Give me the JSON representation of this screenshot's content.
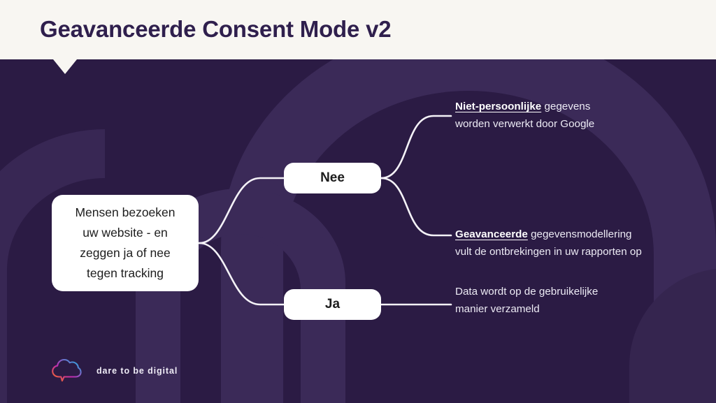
{
  "header": {
    "title": "Geavanceerde Consent Mode v2",
    "background_color": "#f8f6f2",
    "title_color": "#2f1f4d"
  },
  "theme": {
    "slide_background": "#2b1b44",
    "decor_arch_color": "#3b2a58",
    "connector_color": "#f4f2f7",
    "node_background": "#ffffff",
    "node_text_color": "#1d1d1d",
    "outcome_text_color": "#eceaf4"
  },
  "diagram": {
    "root": {
      "lines": [
        "Mensen bezoeken",
        "uw website - en",
        "zeggen ja of nee",
        "tegen tracking"
      ]
    },
    "branches": [
      {
        "label": "Nee"
      },
      {
        "label": "Ja"
      }
    ],
    "outcomes": [
      {
        "emphasis": "Niet-persoonlijke",
        "rest_first_line": " gegevens",
        "second_line": "worden verwerkt door Google"
      },
      {
        "emphasis": "Geavanceerde",
        "rest_first_line": " gegevensmodellering",
        "second_line": "vult de ontbrekingen in uw rapporten op"
      },
      {
        "emphasis": "",
        "rest_first_line": "Data wordt op de gebruikelijke",
        "second_line": "manier verzameld"
      }
    ]
  },
  "footer": {
    "wordmark": "dare to be digital",
    "logo_icon": "cloud-speech-bubble-icon",
    "logo_gradient": [
      "#f46b20",
      "#e8308a",
      "#a42ad0",
      "#2aa8e0"
    ]
  }
}
